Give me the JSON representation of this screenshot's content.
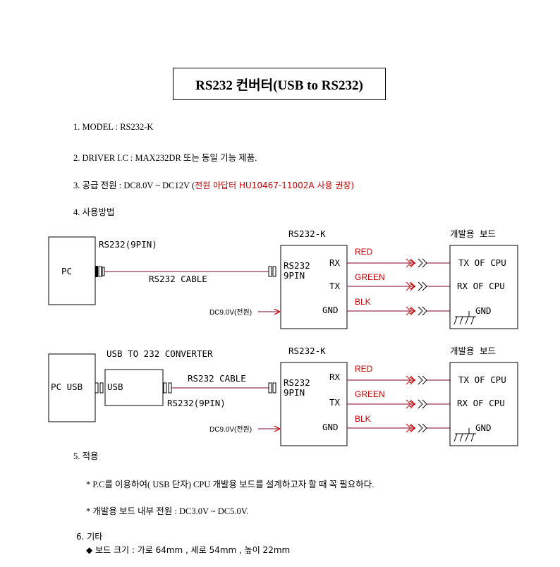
{
  "title": "RS232 컨버터(USB to RS232)",
  "specs": {
    "model": "1. MODEL  : RS232-K",
    "driver": "2. DRIVER I.C : MAX232DR 또는 동일 기능 제품.",
    "power_prefix": "3. 공급 전원 : DC8.0V ~ DC12V (",
    "power_red": "전원 아답터 HU10467-11002A 사용 권장)",
    "usage": "4. 사용방법"
  },
  "diagram1": {
    "pc": "PC",
    "pin_label": "RS232(9PIN)",
    "cable": "RS232 CABLE",
    "module": "RS232-K",
    "module_port_1": "RS232",
    "module_port_2": "9PIN",
    "rx": "RX",
    "tx": "TX",
    "gnd": "GND",
    "power_in": "DC9.0V(전원)",
    "wire_red": "RED",
    "wire_green": "GREEN",
    "wire_blk": "BLK",
    "board": "개발용 보드",
    "board_tx": "TX OF CPU",
    "board_rx": "RX OF CPU",
    "board_gnd": "GND"
  },
  "diagram2": {
    "converter": "USB TO 232 CONVERTER",
    "pc": "PC USB",
    "usb": "USB",
    "cable": "RS232 CABLE",
    "pin_label": "RS232(9PIN)",
    "module": "RS232-K",
    "module_port_1": "RS232",
    "module_port_2": "9PIN",
    "rx": "RX",
    "tx": "TX",
    "gnd": "GND",
    "power_in": "DC9.0V(전원)",
    "wire_red": "RED",
    "wire_green": "GREEN",
    "wire_blk": "BLK",
    "board": "개발용 보드",
    "board_tx": "TX OF CPU",
    "board_rx": "RX OF CPU",
    "board_gnd": "GND"
  },
  "application": {
    "heading": "5. 적용",
    "item1": "* P.C를 이용하여( USB 단자) CPU  개발용 보드를 설계하고자 할 때 꼭 필요하다.",
    "item2": "* 개발용 보드 내부 전원 : DC3.0V ~ DC5.0V."
  },
  "other": {
    "heading": "6. 기타",
    "item1": "◆ 보드 크기 : 가로 64mm ,  세로 54mm ,  높이 22mm"
  },
  "colors": {
    "wire": "#993355",
    "accent_red": "#cc0000"
  }
}
